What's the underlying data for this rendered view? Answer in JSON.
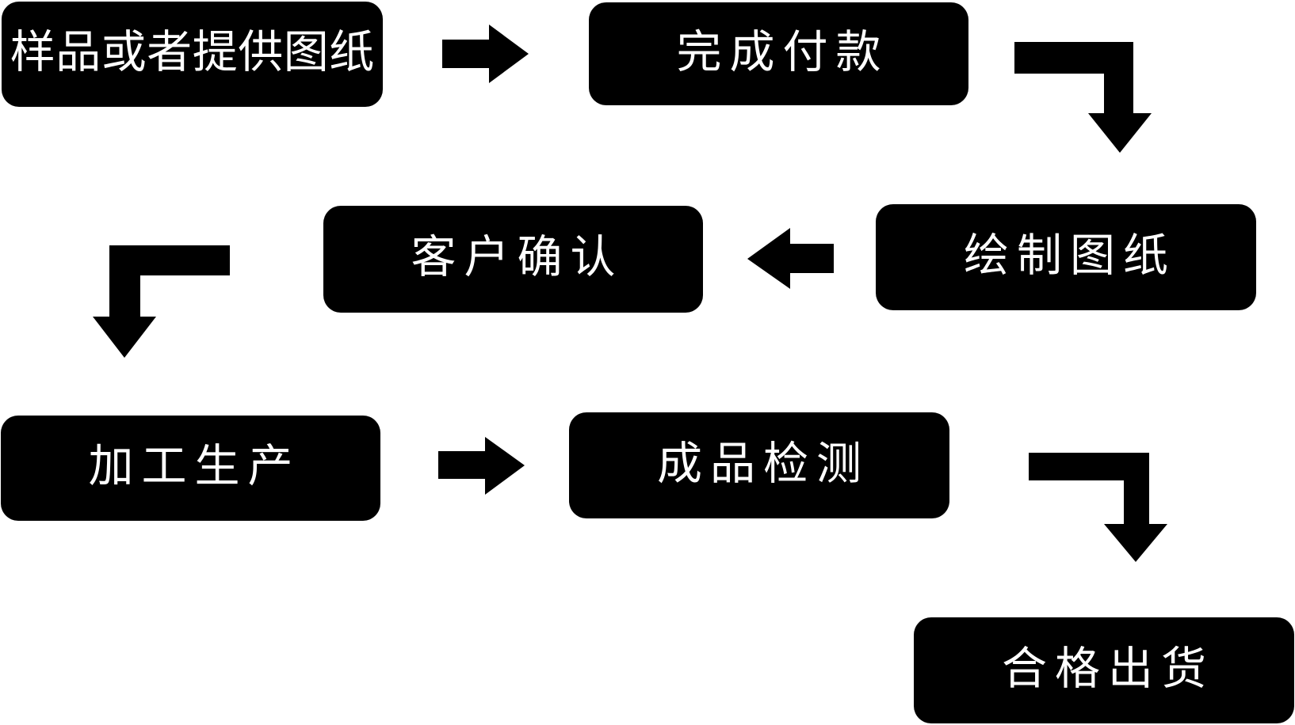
{
  "diagram": {
    "colors": {
      "background": "#ffffff",
      "node_fill": "#000000",
      "node_text": "#ffffff",
      "arrow": "#000000"
    },
    "nodes": [
      {
        "label": "样品或者提供图纸"
      },
      {
        "label": "完成付款"
      },
      {
        "label": "绘制图纸"
      },
      {
        "label": "客户确认"
      },
      {
        "label": "加工生产"
      },
      {
        "label": "成品检测"
      },
      {
        "label": "合格出货"
      }
    ],
    "connectors": [
      {
        "from": "样品或者提供图纸",
        "to": "完成付款",
        "type": "arrow-right"
      },
      {
        "from": "完成付款",
        "to": "绘制图纸",
        "type": "elbow-right-down"
      },
      {
        "from": "绘制图纸",
        "to": "客户确认",
        "type": "arrow-left"
      },
      {
        "from": "客户确认",
        "to": "加工生产",
        "type": "elbow-left-down"
      },
      {
        "from": "加工生产",
        "to": "成品检测",
        "type": "arrow-right"
      },
      {
        "from": "成品检测",
        "to": "合格出货",
        "type": "elbow-right-down"
      }
    ]
  }
}
